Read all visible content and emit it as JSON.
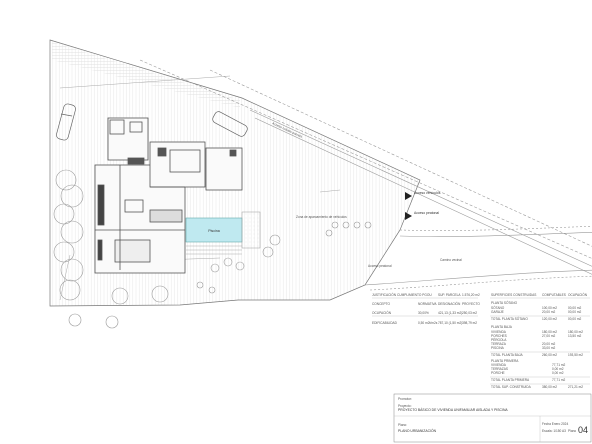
{
  "plan": {
    "pool_label": "Piscina",
    "arrow_labels": [
      "Acceso vehículos",
      "Acceso peatonal"
    ],
    "notes": [
      "Acceso rodado parcela",
      "Zona de aparcamiento de vehículos",
      "Acceso peatonal",
      "Camino vecinal"
    ]
  },
  "surfaces_table": {
    "headers": [
      "JUSTIFICACIÓN CUMPLIMIENTO PGOU",
      "SUP. PARCELA",
      "1.576,20 m2"
    ],
    "cols": [
      "CONCEPTO",
      "NORMATIVA",
      "DESIGNACIÓN",
      "PROYECTO"
    ],
    "rows": [
      [
        "OCUPACIÓN",
        "30,00%",
        "421,13 (1,33 m2)",
        "250,03 m2"
      ],
      [
        "EDIFICABILIDAD",
        "0,50 m2t/m2s",
        "787,10 (1,50 m2)",
        "398,79 m2"
      ]
    ]
  },
  "areas_table": {
    "cols": [
      "SUPERFICIES CONSTRUIDAS",
      "COMPUTABLES",
      "OCUPACIÓN"
    ],
    "sections": [
      {
        "title": "PLANTA SÓTANO",
        "rows": [
          [
            "SÓTANO",
            "100,00 m2",
            "00,00 m2"
          ],
          [
            "GARAJE",
            "20,00 m2",
            "00,00 m2"
          ]
        ],
        "total": [
          "TOTAL PLANTA SÓTANO",
          "120,00 m2",
          "00,00 m2"
        ]
      },
      {
        "title": "PLANTA BAJA",
        "rows": [
          [
            "VIVIENDA",
            "180,00 m2",
            "180,00 m2"
          ],
          [
            "PORCHES",
            "27,00 m2",
            "13,50 m2"
          ],
          [
            "PÉRGOLA",
            "",
            ""
          ],
          [
            "TERRAZA",
            "20,00 m2",
            ""
          ],
          [
            "PISCINA",
            "33,00 m2",
            ""
          ]
        ],
        "total": [
          "TOTAL PLANTA BAJA",
          "260,00 m2",
          "193,50 m2"
        ]
      },
      {
        "title": "PLANTA PRIMERA",
        "rows": [
          [
            "VIVIENDA",
            "",
            "77,71 m2"
          ],
          [
            "TERRAZAS",
            "",
            "0,00 m2"
          ],
          [
            "PORCHE",
            "",
            "0,00 m2"
          ]
        ],
        "total": [
          "TOTAL PLANTA PRIMERA",
          "",
          "77,71 m2"
        ]
      }
    ],
    "grand_total": [
      "TOTAL SUP. CONSTRUIDA",
      "380,00 m2",
      "271,21 m2"
    ]
  },
  "title_block": {
    "promotor_label": "Promotor:",
    "project_label": "Proyecto:",
    "project_name": "PROYECTO BÁSICO DE VIVIENDA UNIFAMILIAR AISLADA Y PISCINA",
    "drawing_label": "Plano:",
    "drawing_name": "PLANO URBANIZACIÓN",
    "date": "Fecha Enero 2024",
    "scale": "Escala: 1/150 A3",
    "sheet_label": "Plano",
    "sheet_number": "04"
  }
}
